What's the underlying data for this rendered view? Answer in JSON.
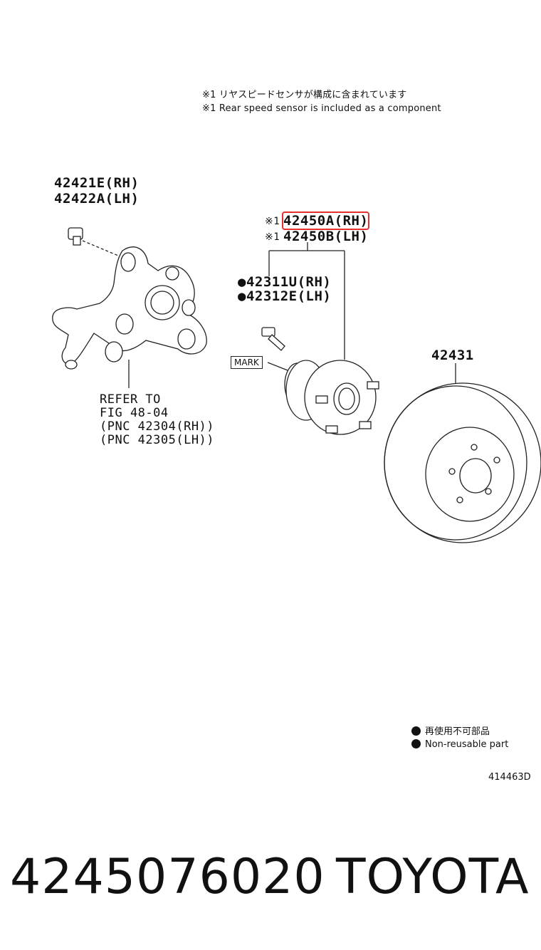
{
  "notes": {
    "line_jp": "※1 リヤスピードセンサが構成に含まれています",
    "line_en": "※1 Rear speed sensor is included as a component"
  },
  "parts": {
    "knuckle_rh": "42421E(RH)",
    "knuckle_lh": "42422A(LH)",
    "hub_prefix": "※1",
    "hub_rh": "42450A(RH)",
    "hub_lh": "42450B(LH)",
    "bolt_rh": "●42311U(RH)",
    "bolt_lh": "●42312E(LH)",
    "disc": "42431"
  },
  "refer": {
    "line1": "REFER TO",
    "line2": "FIG 48-04",
    "line3": "(PNC 42304(RH))",
    "line4": "(PNC 42305(LH))"
  },
  "mark_label": "MARK",
  "legend": {
    "jp": "再使用不可部品",
    "en": "Non-reusable part"
  },
  "figure_code": "414463D",
  "footer": {
    "part_number": "4245076020",
    "brand": "TOYOTA"
  },
  "colors": {
    "highlight": "#e53030",
    "ink": "#222222"
  }
}
